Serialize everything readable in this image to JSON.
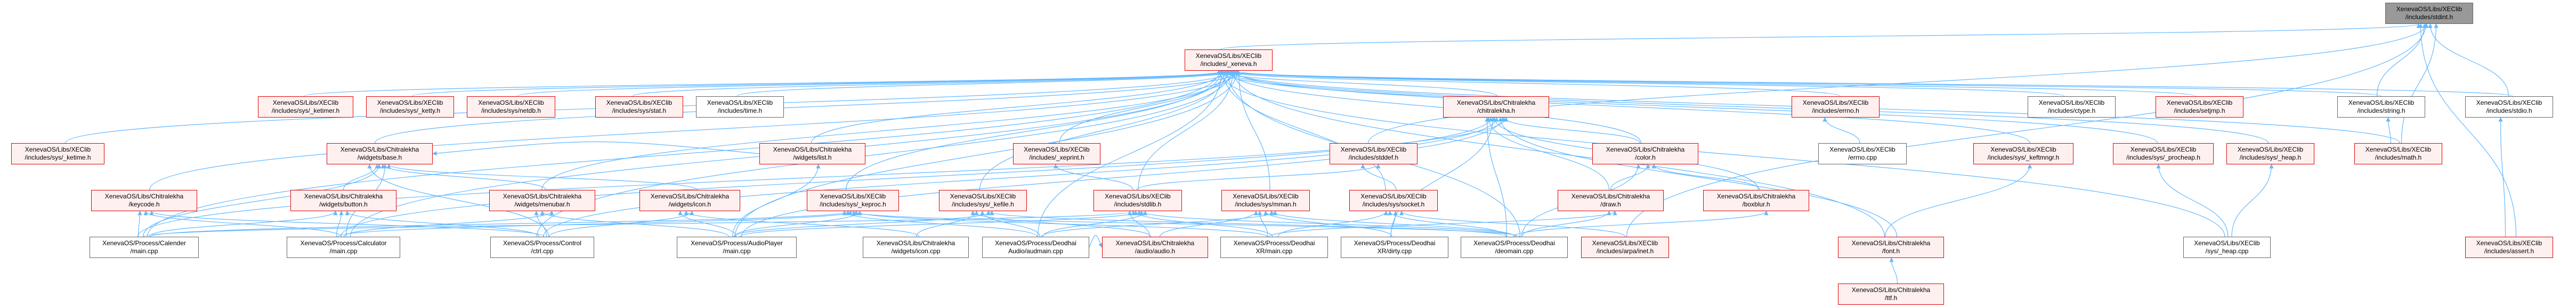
{
  "colors": {
    "edge": "#63b8ff",
    "red_border": "#e00000",
    "red_fill": "#fff0f0",
    "plain_border": "#666666",
    "focus_fill": "#999999"
  },
  "nodes": [
    {
      "id": "stdint",
      "l1": "XenevaOS/Libs/XEClib",
      "l2": "/includes/stdint.h",
      "kind": "focus"
    },
    {
      "id": "xeneva",
      "l1": "XenevaOS/Libs/XEClib",
      "l2": "/includes/_xeneva.h",
      "kind": "red"
    },
    {
      "id": "ketimer",
      "l1": "XenevaOS/Libs/XEClib",
      "l2": "/includes/sys/_ketimer.h",
      "kind": "red"
    },
    {
      "id": "ketty",
      "l1": "XenevaOS/Libs/XEClib",
      "l2": "/includes/sys/_ketty.h",
      "kind": "red"
    },
    {
      "id": "netdb",
      "l1": "XenevaOS/Libs/XEClib",
      "l2": "/includes/sys/netdb.h",
      "kind": "red"
    },
    {
      "id": "stat",
      "l1": "XenevaOS/Libs/XEClib",
      "l2": "/includes/sys/stat.h",
      "kind": "red"
    },
    {
      "id": "time",
      "l1": "XenevaOS/Libs/XEClib",
      "l2": "/includes/time.h",
      "kind": "plain"
    },
    {
      "id": "chitralekha",
      "l1": "XenevaOS/Libs/Chitralekha",
      "l2": "/chitralekha.h",
      "kind": "red"
    },
    {
      "id": "errnoh",
      "l1": "XenevaOS/Libs/XEClib",
      "l2": "/includes/errno.h",
      "kind": "red"
    },
    {
      "id": "ctype",
      "l1": "XenevaOS/Libs/XEClib",
      "l2": "/includes/ctype.h",
      "kind": "plain"
    },
    {
      "id": "setjmp",
      "l1": "XenevaOS/Libs/XEClib",
      "l2": "/includes/setjmp.h",
      "kind": "red"
    },
    {
      "id": "string",
      "l1": "XenevaOS/Libs/XEClib",
      "l2": "/includes/string.h",
      "kind": "plain"
    },
    {
      "id": "stdio",
      "l1": "XenevaOS/Libs/XEClib",
      "l2": "/includes/stdio.h",
      "kind": "plain"
    },
    {
      "id": "ketime",
      "l1": "XenevaOS/Libs/XEClib",
      "l2": "/includes/sys/_ketime.h",
      "kind": "red"
    },
    {
      "id": "base",
      "l1": "XenevaOS/Libs/Chitralekha",
      "l2": "/widgets/base.h",
      "kind": "red"
    },
    {
      "id": "list",
      "l1": "XenevaOS/Libs/Chitralekha",
      "l2": "/widgets/list.h",
      "kind": "red"
    },
    {
      "id": "xeprint",
      "l1": "XenevaOS/Libs/XEClib",
      "l2": "/includes/_xeprint.h",
      "kind": "red"
    },
    {
      "id": "stddef",
      "l1": "XenevaOS/Libs/XEClib",
      "l2": "/includes/stddef.h",
      "kind": "red"
    },
    {
      "id": "color",
      "l1": "XenevaOS/Libs/Chitralekha",
      "l2": "/color.h",
      "kind": "red"
    },
    {
      "id": "errnocpp",
      "l1": "XenevaOS/Libs/XEClib",
      "l2": "/errno.cpp",
      "kind": "plain"
    },
    {
      "id": "keftmngr",
      "l1": "XenevaOS/Libs/XEClib",
      "l2": "/includes/sys/_keftmngr.h",
      "kind": "red"
    },
    {
      "id": "procheap",
      "l1": "XenevaOS/Libs/XEClib",
      "l2": "/includes/sys/_procheap.h",
      "kind": "red"
    },
    {
      "id": "heaph",
      "l1": "XenevaOS/Libs/XEClib",
      "l2": "/includes/sys/_heap.h",
      "kind": "red"
    },
    {
      "id": "math",
      "l1": "XenevaOS/Libs/XEClib",
      "l2": "/includes/math.h",
      "kind": "red"
    },
    {
      "id": "keycode",
      "l1": "XenevaOS/Libs/Chitralekha",
      "l2": "/keycode.h",
      "kind": "red"
    },
    {
      "id": "button",
      "l1": "XenevaOS/Libs/Chitralekha",
      "l2": "/widgets/button.h",
      "kind": "red"
    },
    {
      "id": "menubar",
      "l1": "XenevaOS/Libs/Chitralekha",
      "l2": "/widgets/menubar.h",
      "kind": "red"
    },
    {
      "id": "iconh",
      "l1": "XenevaOS/Libs/Chitralekha",
      "l2": "/widgets/icon.h",
      "kind": "red"
    },
    {
      "id": "keproc",
      "l1": "XenevaOS/Libs/XEClib",
      "l2": "/includes/sys/_keproc.h",
      "kind": "red"
    },
    {
      "id": "kefile",
      "l1": "XenevaOS/Libs/XEClib",
      "l2": "/includes/sys/_kefile.h",
      "kind": "red"
    },
    {
      "id": "stdlib",
      "l1": "XenevaOS/Libs/XEClib",
      "l2": "/includes/stdlib.h",
      "kind": "red"
    },
    {
      "id": "mman",
      "l1": "XenevaOS/Libs/XEClib",
      "l2": "/includes/sys/mman.h",
      "kind": "red"
    },
    {
      "id": "socket",
      "l1": "XenevaOS/Libs/XEClib",
      "l2": "/includes/sys/socket.h",
      "kind": "red"
    },
    {
      "id": "draw",
      "l1": "XenevaOS/Libs/Chitralekha",
      "l2": "/draw.h",
      "kind": "red"
    },
    {
      "id": "boxblur",
      "l1": "XenevaOS/Libs/Chitralekha",
      "l2": "/boxblur.h",
      "kind": "red"
    },
    {
      "id": "calender",
      "l1": "XenevaOS/Process/Calender",
      "l2": "/main.cpp",
      "kind": "plain"
    },
    {
      "id": "calculator",
      "l1": "XenevaOS/Process/Calculator",
      "l2": "/main.cpp",
      "kind": "plain"
    },
    {
      "id": "control",
      "l1": "XenevaOS/Process/Control",
      "l2": "/ctrl.cpp",
      "kind": "plain"
    },
    {
      "id": "audioplayer",
      "l1": "XenevaOS/Process/AudioPlayer",
      "l2": "/main.cpp",
      "kind": "plain"
    },
    {
      "id": "iconcpp",
      "l1": "XenevaOS/Libs/Chitralekha",
      "l2": "/widgets/icon.cpp",
      "kind": "plain"
    },
    {
      "id": "audmain",
      "l1": "XenevaOS/Process/Deodhai",
      "l2": "Audio/audmain.cpp",
      "kind": "plain"
    },
    {
      "id": "audioh",
      "l1": "XenevaOS/Libs/Chitralekha",
      "l2": "/audio/audio.h",
      "kind": "red"
    },
    {
      "id": "xrmain",
      "l1": "XenevaOS/Process/Deodhai",
      "l2": "XR/main.cpp",
      "kind": "plain"
    },
    {
      "id": "dirty",
      "l1": "XenevaOS/Process/Deodhai",
      "l2": "XR/dirty.cpp",
      "kind": "plain"
    },
    {
      "id": "deomain",
      "l1": "XenevaOS/Process/Deodhai",
      "l2": "/deomain.cpp",
      "kind": "plain"
    },
    {
      "id": "inet",
      "l1": "XenevaOS/Libs/XEClib",
      "l2": "/includes/arpa/inet.h",
      "kind": "red"
    },
    {
      "id": "font",
      "l1": "XenevaOS/Libs/Chitralekha",
      "l2": "/font.h",
      "kind": "red"
    },
    {
      "id": "heapcpp",
      "l1": "XenevaOS/Libs/XEClib",
      "l2": "/sys/_heap.cpp",
      "kind": "plain"
    },
    {
      "id": "assert",
      "l1": "XenevaOS/Libs/XEClib",
      "l2": "/includes/assert.h",
      "kind": "red"
    },
    {
      "id": "ttf",
      "l1": "XenevaOS/Libs/Chitralekha",
      "l2": "/ttf.h",
      "kind": "red"
    }
  ],
  "edges": [
    [
      "xeneva",
      "stdint"
    ],
    [
      "string",
      "stdint"
    ],
    [
      "stdio",
      "stdint"
    ],
    [
      "math",
      "stdint"
    ],
    [
      "assert",
      "stdint"
    ],
    [
      "stddef",
      "stdint"
    ],
    [
      "ketimer",
      "xeneva"
    ],
    [
      "ketty",
      "xeneva"
    ],
    [
      "netdb",
      "xeneva"
    ],
    [
      "stat",
      "xeneva"
    ],
    [
      "time",
      "xeneva"
    ],
    [
      "chitralekha",
      "xeneva"
    ],
    [
      "errnoh",
      "xeneva"
    ],
    [
      "ctype",
      "xeneva"
    ],
    [
      "setjmp",
      "xeneva"
    ],
    [
      "string",
      "xeneva"
    ],
    [
      "stdio",
      "xeneva"
    ],
    [
      "ketime",
      "xeneva"
    ],
    [
      "base",
      "xeneva"
    ],
    [
      "list",
      "xeneva"
    ],
    [
      "xeprint",
      "xeneva"
    ],
    [
      "keftmngr",
      "xeneva"
    ],
    [
      "procheap",
      "xeneva"
    ],
    [
      "heaph",
      "xeneva"
    ],
    [
      "math",
      "xeneva"
    ],
    [
      "keycode",
      "xeneva"
    ],
    [
      "keproc",
      "xeneva"
    ],
    [
      "kefile",
      "xeneva"
    ],
    [
      "stdlib",
      "xeneva"
    ],
    [
      "mman",
      "xeneva"
    ],
    [
      "socket",
      "xeneva"
    ],
    [
      "color",
      "xeneva"
    ],
    [
      "menubar",
      "xeneva"
    ],
    [
      "calender",
      "xeneva"
    ],
    [
      "calculator",
      "xeneva"
    ],
    [
      "control",
      "xeneva"
    ],
    [
      "audioplayer",
      "xeneva"
    ],
    [
      "audmain",
      "xeneva"
    ],
    [
      "deomain",
      "xeneva"
    ],
    [
      "font",
      "xeneva"
    ],
    [
      "errnocpp",
      "errnoh"
    ],
    [
      "heapcpp",
      "procheap"
    ],
    [
      "heapcpp",
      "heaph"
    ],
    [
      "math",
      "string"
    ],
    [
      "assert",
      "stdio"
    ],
    [
      "button",
      "base"
    ],
    [
      "menubar",
      "base"
    ],
    [
      "iconh",
      "base"
    ],
    [
      "list",
      "base"
    ],
    [
      "calender",
      "base"
    ],
    [
      "calculator",
      "base"
    ],
    [
      "control",
      "base"
    ],
    [
      "calender",
      "keycode"
    ],
    [
      "calculator",
      "keycode"
    ],
    [
      "control",
      "keycode"
    ],
    [
      "calender",
      "button"
    ],
    [
      "calculator",
      "button"
    ],
    [
      "control",
      "button"
    ],
    [
      "calculator",
      "menubar"
    ],
    [
      "control",
      "menubar"
    ],
    [
      "audioplayer",
      "menubar"
    ],
    [
      "audioplayer",
      "list"
    ],
    [
      "audioplayer",
      "iconh"
    ],
    [
      "iconcpp",
      "iconh"
    ],
    [
      "control",
      "iconh"
    ],
    [
      "color",
      "chitralekha"
    ],
    [
      "draw",
      "chitralekha"
    ],
    [
      "boxblur",
      "chitralekha"
    ],
    [
      "font",
      "chitralekha"
    ],
    [
      "calender",
      "chitralekha"
    ],
    [
      "calculator",
      "chitralekha"
    ],
    [
      "control",
      "chitralekha"
    ],
    [
      "audioplayer",
      "chitralekha"
    ],
    [
      "deomain",
      "chitralekha"
    ],
    [
      "dirty",
      "chitralekha"
    ],
    [
      "draw",
      "color"
    ],
    [
      "boxblur",
      "color"
    ],
    [
      "deomain",
      "color"
    ],
    [
      "stdlib",
      "xeprint"
    ],
    [
      "stdlib",
      "stddef"
    ],
    [
      "socket",
      "stddef"
    ],
    [
      "calender",
      "keproc"
    ],
    [
      "calculator",
      "keproc"
    ],
    [
      "audioplayer",
      "keproc"
    ],
    [
      "audmain",
      "keproc"
    ],
    [
      "deomain",
      "keproc"
    ],
    [
      "xrmain",
      "keproc"
    ],
    [
      "audioplayer",
      "kefile"
    ],
    [
      "iconcpp",
      "kefile"
    ],
    [
      "audmain",
      "kefile"
    ],
    [
      "deomain",
      "kefile"
    ],
    [
      "audioh",
      "kefile"
    ],
    [
      "calender",
      "stdlib"
    ],
    [
      "audioplayer",
      "stdlib"
    ],
    [
      "audmain",
      "stdlib"
    ],
    [
      "audioh",
      "stdlib"
    ],
    [
      "xrmain",
      "stdlib"
    ],
    [
      "deomain",
      "stdlib"
    ],
    [
      "audmain",
      "mman"
    ],
    [
      "xrmain",
      "mman"
    ],
    [
      "dirty",
      "mman"
    ],
    [
      "deomain",
      "mman"
    ],
    [
      "audioh",
      "mman"
    ],
    [
      "deomain",
      "socket"
    ],
    [
      "dirty",
      "socket"
    ],
    [
      "inet",
      "socket"
    ],
    [
      "xrmain",
      "socket"
    ],
    [
      "deomain",
      "draw"
    ],
    [
      "xrmain",
      "draw"
    ],
    [
      "deomain",
      "boxblur"
    ],
    [
      "audmain",
      "audioh"
    ],
    [
      "ttf",
      "font"
    ],
    [
      "font",
      "keftmngr"
    ],
    [
      "heapcpp",
      "xeneva"
    ],
    [
      "inet",
      "stdint"
    ]
  ]
}
